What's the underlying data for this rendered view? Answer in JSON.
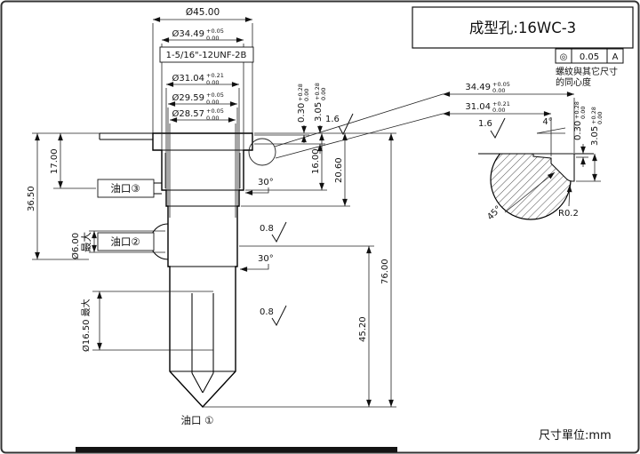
{
  "title_block": {
    "label": "成型孔:16WC-3"
  },
  "units_label": "尺寸單位:mm",
  "fcf": {
    "symbol": "◎",
    "tolerance": "0.05",
    "datum": "A",
    "note1": "螺紋與其它尺寸",
    "note2": "的同心度"
  },
  "main": {
    "dia45": {
      "v": "Ø45.00"
    },
    "dia3449": {
      "v": "Ø34.49",
      "tu": "+0.05",
      "tl": "0.00"
    },
    "thread": {
      "v": "1-5/16\"-12UNF-2B"
    },
    "dia3104": {
      "v": "Ø31.04",
      "tu": "+0.21",
      "tl": "0.00"
    },
    "dia2959": {
      "v": "Ø29.59",
      "tu": "+0.05",
      "tl": "0.00"
    },
    "dia2857": {
      "v": "Ø28.57",
      "tu": "+0.05",
      "tl": "0.00"
    },
    "dep030": {
      "v": "0.30",
      "tu": "+0.28",
      "tl": "0.00"
    },
    "dep305": {
      "v": "3.05",
      "tu": "+0.28",
      "tl": "0.00"
    },
    "len1600": {
      "v": "16.00"
    },
    "len2060": {
      "v": "20.60"
    },
    "len4520": {
      "v": "45.20"
    },
    "len7600": {
      "v": "76.00"
    },
    "len1700": {
      "v": "17.00"
    },
    "len3650": {
      "v": "36.50"
    },
    "dia600": {
      "v": "Ø6.00",
      "max": "最大"
    },
    "dia1650": {
      "v": "Ø16.50 最大"
    },
    "angle30": {
      "v": "30°"
    },
    "finish08": {
      "v": "0.8"
    },
    "finish16": {
      "v": "1.6"
    },
    "oil3": {
      "v": "油口③"
    },
    "oil2": {
      "v": "油口②"
    },
    "oil1": {
      "v": "油口 ①"
    }
  },
  "detail": {
    "dim3449": {
      "v": "34.49",
      "tu": "+0.05",
      "tl": "0.00"
    },
    "dim3104": {
      "v": "31.04",
      "tu": "+0.21",
      "tl": "0.00"
    },
    "finish16": {
      "v": "1.6"
    },
    "angle4": {
      "v": "4°"
    },
    "dep030": {
      "v": "0.30",
      "tu": "+0.28",
      "tl": "0.00"
    },
    "dep305": {
      "v": "3.05",
      "tu": "+0.28",
      "tl": "0.00"
    },
    "angle45": {
      "v": "45°"
    },
    "radius02": {
      "v": "R0.2"
    }
  }
}
